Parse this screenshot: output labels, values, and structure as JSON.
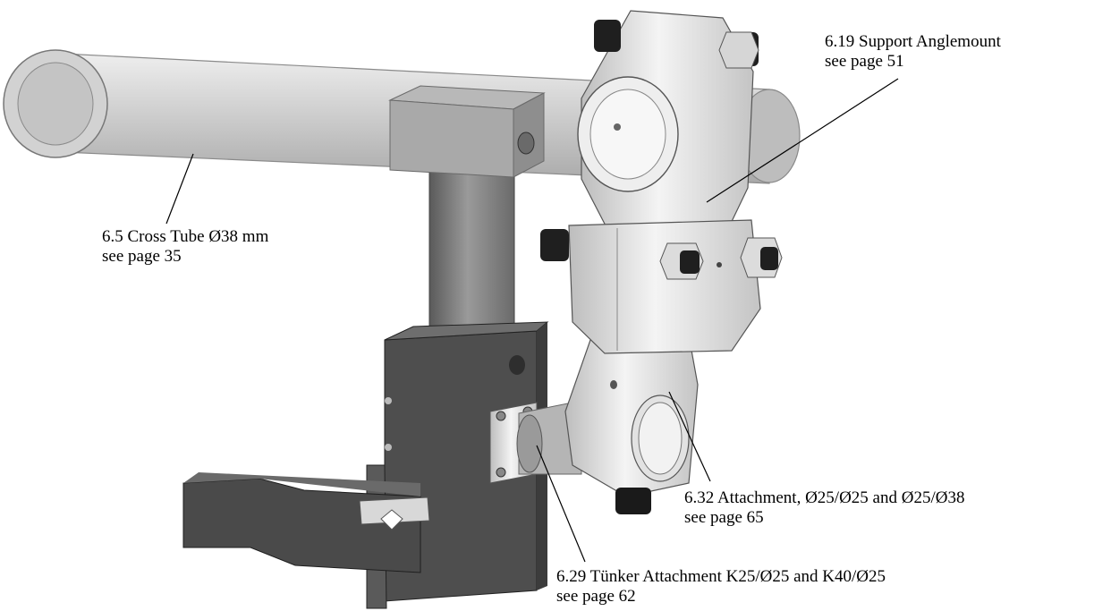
{
  "callouts": [
    {
      "id": "6.5",
      "title": "6.5 Cross Tube Ø38 mm",
      "ref": "see page 35"
    },
    {
      "id": "6.19",
      "title": "6.19 Support Anglemount",
      "ref": "see page 51"
    },
    {
      "id": "6.32",
      "title": "6.32 Attachment, Ø25/Ø25 and Ø25/Ø38",
      "ref": "see page 65"
    },
    {
      "id": "6.29",
      "title": "6.29 Tünker Attachment K25/Ø25 and K40/Ø25",
      "ref": "see page 62"
    }
  ],
  "colors": {
    "background": "#ffffff",
    "tube": "#d9d9d9",
    "metal_light": "#e6e6e6",
    "metal_dark": "#555555",
    "bolt": "#1a1a1a",
    "leader": "#000000"
  }
}
